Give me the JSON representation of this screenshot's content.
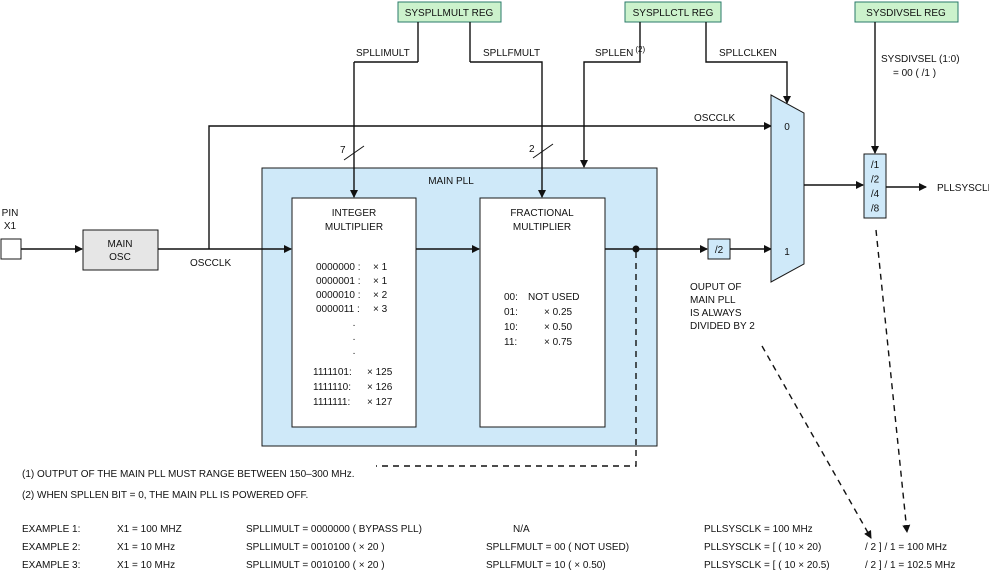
{
  "registers": {
    "pllmult": "SYSPLLMULT  REG",
    "pllctl": "SYSPLLCTL  REG",
    "divsel": "SYSDIVSEL  REG"
  },
  "signals": {
    "spllimult": "SPLLIMULT",
    "spllfmult": "SPLLFMULT",
    "spllen": "SPLLEN",
    "spllen_note": "(2)",
    "spllclken": "SPLLCLKEN",
    "sysdivsel_line1": "SYSDIVSEL (1:0)",
    "sysdivsel_line2": "= 00  ( /1 )",
    "oscclk_top": "OSCCLK",
    "oscclk_bottom": "OSCCLK",
    "pllsysclk": "PLLSYSCLK",
    "bus_width_int": "7",
    "bus_width_frac": "2"
  },
  "blocks": {
    "pin_label_1": "PIN",
    "pin_label_2": "X1",
    "main_osc_1": "MAIN",
    "main_osc_2": "OSC",
    "main_pll": "MAIN PLL",
    "int_title_1": "INTEGER",
    "int_title_2": "MULTIPLIER",
    "frac_title_1": "FRACTIONAL",
    "frac_title_2": "MULTIPLIER",
    "div2": "/2",
    "mux_in0": "0",
    "mux_in1": "1",
    "divider_options": [
      "/1",
      "/2",
      "/4",
      "/8"
    ]
  },
  "integer_table": {
    "top_rows": [
      {
        "code": "0000000 :",
        "mult": "×  1"
      },
      {
        "code": "0000001 :",
        "mult": "×  1"
      },
      {
        "code": "0000010 :",
        "mult": "×  2"
      },
      {
        "code": "0000011 :",
        "mult": "×  3"
      }
    ],
    "bottom_rows": [
      {
        "code": "1111101:",
        "mult": "×  125"
      },
      {
        "code": "1111110:",
        "mult": "×  126"
      },
      {
        "code": "1111111:",
        "mult": "×  127"
      }
    ],
    "ellipsis": "·"
  },
  "fractional_table": [
    {
      "code": "00:",
      "value": "NOT USED"
    },
    {
      "code": "01:",
      "value": "×  0.25"
    },
    {
      "code": "10:",
      "value": "×  0.50"
    },
    {
      "code": "11:",
      "value": "×  0.75"
    }
  ],
  "output_note": [
    "OUPUT OF",
    "MAIN PLL",
    "IS ALWAYS",
    "DIVIDED BY 2"
  ],
  "notes": {
    "note1": "(1)  OUTPUT OF THE MAIN PLL MUST RANGE BETWEEN 150–300 MHz.",
    "note2": "(2)  WHEN  SPLLEN BIT = 0, THE MAIN PLL IS POWERED OFF."
  },
  "examples": [
    {
      "label": "EXAMPLE 1:",
      "x1": "X1 = 100 MHZ",
      "imult": "SPLLIMULT = 0000000   ( BYPASS  PLL)",
      "fmult": "N/A",
      "result": "PLLSYSCLK  =  100 MHz",
      "tail": ""
    },
    {
      "label": "EXAMPLE 2:",
      "x1": "X1 = 10 MHz",
      "imult": "SPLLIMULT = 0010100  ( ×  20 )",
      "fmult": "SPLLFMULT = 00  ( NOT USED)",
      "result": "PLLSYSCLK  =  [ ( 10 × 20)",
      "tail": "/ 2 ]  / 1 =  100  MHz"
    },
    {
      "label": "EXAMPLE 3:",
      "x1": "X1 = 10 MHz",
      "imult": "SPLLIMULT = 0010100  ( ×  20 )",
      "fmult": "SPLLFMULT = 10  ( ×  0.50)",
      "result": "PLLSYSCLK  =  [ ( 10 × 20.5)",
      "tail": "/ 2 ]  / 1 =  102.5 MHz"
    }
  ]
}
